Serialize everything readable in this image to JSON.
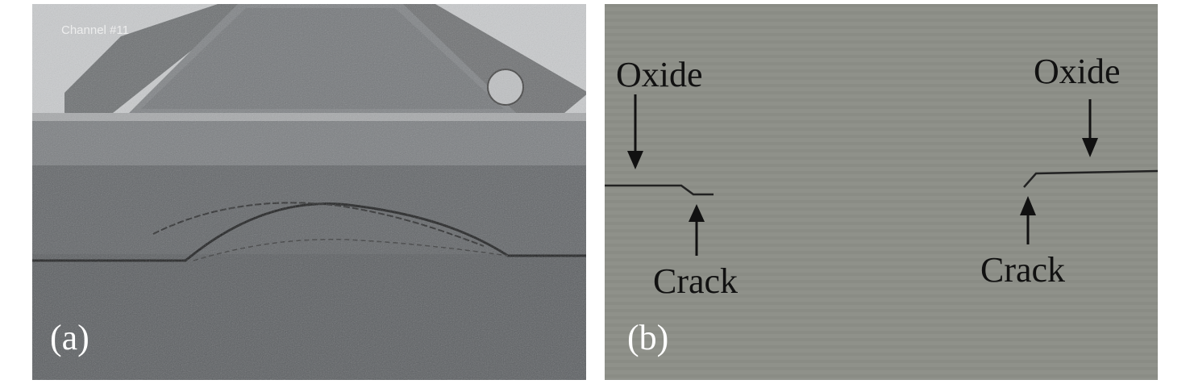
{
  "panel_a": {
    "label": "(a)",
    "overlay_text": "Channel #11"
  },
  "panel_b": {
    "label": "(b)",
    "annotations": [
      {
        "text": "Oxide"
      },
      {
        "text": "Crack"
      },
      {
        "text": "Oxide"
      },
      {
        "text": "Crack"
      }
    ]
  }
}
